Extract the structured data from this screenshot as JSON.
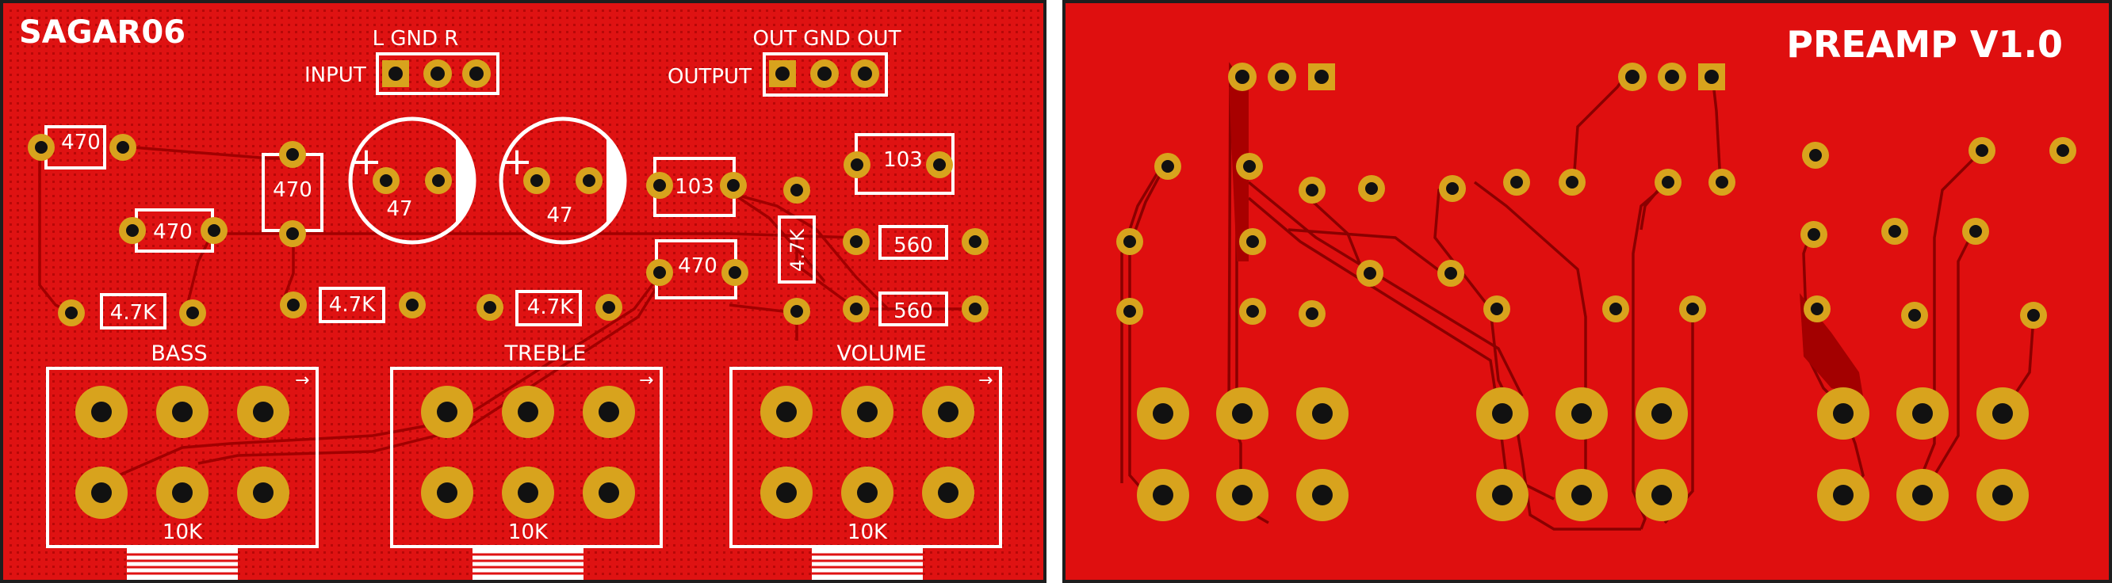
{
  "colors": {
    "board": "#df1212",
    "board_edge": "#1e1e1e",
    "silkscreen": "#ffffff",
    "pad_gold": "#d8a31d",
    "pad_hole": "#111111",
    "trace_top": "#a10000",
    "trace_bottom": "#8a0000"
  },
  "top_side": {
    "brand": "SAGAR06",
    "input_header": {
      "label": "INPUT",
      "pins_label": "L GND R"
    },
    "output_header": {
      "label": "OUTPUT",
      "pins_label": "OUT GND OUT"
    },
    "resistors": [
      "470",
      "470",
      "470",
      "470",
      "4.7K",
      "4.7K",
      "4.7K",
      "4.7K",
      "560",
      "560"
    ],
    "ceramic_cap": "103",
    "electrolytic_caps": [
      "47",
      "47"
    ],
    "cap_polarity": "+",
    "pots": [
      {
        "name": "BASS",
        "value": "10K",
        "arrow": "→"
      },
      {
        "name": "TREBLE",
        "value": "10K",
        "arrow": "→"
      },
      {
        "name": "VOLUME",
        "value": "10K",
        "arrow": "→"
      }
    ]
  },
  "bottom_side": {
    "title": "PREAMP V1.0"
  }
}
